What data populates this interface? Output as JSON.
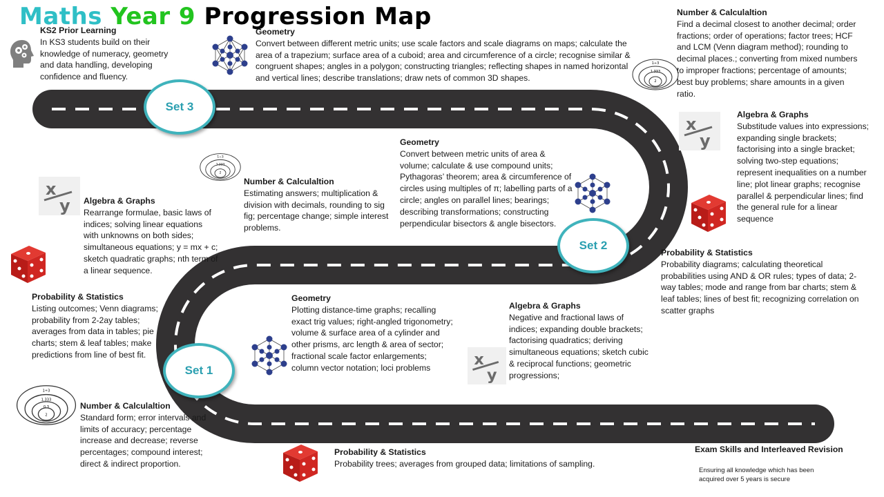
{
  "title": {
    "part1": "Maths",
    "part2": "Year 9",
    "part3": "Progression Map"
  },
  "colors": {
    "road": "#333132",
    "badge_border": "#3fb3bc",
    "badge_text": "#2a9fb0",
    "title_maths": "#2fbfc6",
    "title_year": "#22c41f"
  },
  "sets": {
    "set3": "Set 3",
    "set2": "Set 2",
    "set1": "Set 1"
  },
  "ks2": {
    "heading": "KS2 Prior Learning",
    "body": "In KS3 students build on their knowledge of numeracy, geometry and data handling, developing confidence and fluency."
  },
  "set3_geometry": {
    "heading": "Geometry",
    "body": "Convert between different metric units; use scale factors and scale diagrams on maps; calculate the area of a trapezium; surface area of a cuboid; area and circumference of a circle; recognise similar & congruent shapes; angles in a polygon; constructing triangles; reflecting shapes in named horizontal and vertical lines; describe translations; draw nets of common 3D shapes."
  },
  "set3_number": {
    "heading": "Number & Calculaltion",
    "body": "Find a decimal closest to another decimal; order fractions; order of operations; factor trees; HCF and LCM (Venn diagram method); rounding to decimal places.; converting from mixed numbers to improper fractions; percentage of amounts; best buy problems; share amounts in a given ratio."
  },
  "set3_algebra": {
    "heading": "Algebra & Graphs",
    "body": "Substitude values into expressions; expanding single brackets; factorising into a single bracket; solving two-step equations; represent inequalities on a number line; plot linear graphs; recognise parallel & perpendicular lines; find the general rule for a linear sequence"
  },
  "set3_prob": {
    "heading": "Probability & Statistics",
    "body": "Probability diagrams; calculating theoretical probabilities using AND & OR rules; types of data; 2-way tables; mode and range from bar charts; stem & leaf tables; lines of best fit; recognizing correlation on scatter graphs"
  },
  "set2_geometry": {
    "heading": "Geometry",
    "body": "Convert between metric units of area & volume; calculate & use compound units; Pythagoras’ theorem; area & circumference of circles using multiples of π; labelling parts of a circle; angles on parallel lines; bearings; describing transformations; constructing perpendicular bisectors & angle bisectors."
  },
  "set2_number": {
    "heading": "Number & Calculaltion",
    "body": "Estimating answers; multiplication & division with decimals, rounding to sig fig; percentage change; simple interest problems."
  },
  "set2_algebra": {
    "heading": "Algebra & Graphs",
    "body": "Rearrange formulae, basic laws of indices; solving linear equations with unknowns on both sides; simultaneous equations; y = mx + c; sketch quadratic graphs; nth term of a linear sequence."
  },
  "set2_prob": {
    "heading": "Probability & Statistics",
    "body": "Listing outcomes; Venn diagrams; probability from 2-2ay tables; averages from data in tables; pie charts; stem & leaf tables; make predictions from line of best fit."
  },
  "set1_geometry": {
    "heading": "Geometry",
    "body": "Plotting distance-time graphs; recalling exact trig values; right-angled trigonometry; volume & surface area of a cylinder and other prisms, arc length & area of sector; fractional scale factor enlargements; column vector notation; loci problems"
  },
  "set1_algebra": {
    "heading": "Algebra & Graphs",
    "body": "Negative and fractional laws of indices; expanding double brackets; factorising quadratics; deriving simultaneous equations; sketch cubic & reciprocal functions; geometric progressions;"
  },
  "set1_number": {
    "heading": "Number & Calculaltion",
    "body": "Standard form; error intervals and limits of accuracy; percentage increase and decrease; reverse percentages; compound interest; direct & indirect proportion."
  },
  "set1_prob": {
    "heading": "Probability & Statistics",
    "body": "Probability trees; averages from grouped data; limitations of sampling."
  },
  "exam": {
    "heading": "Exam Skills and Interleaved Revision",
    "body": "Ensuring all knowledge which has been acquired over 5 years is secure"
  },
  "icons": {
    "xy_x": "x",
    "xy_y": "y",
    "number_top": "1÷3",
    "number_mid": "1.333",
    "number_low": "0.3",
    "number_core": "2"
  }
}
